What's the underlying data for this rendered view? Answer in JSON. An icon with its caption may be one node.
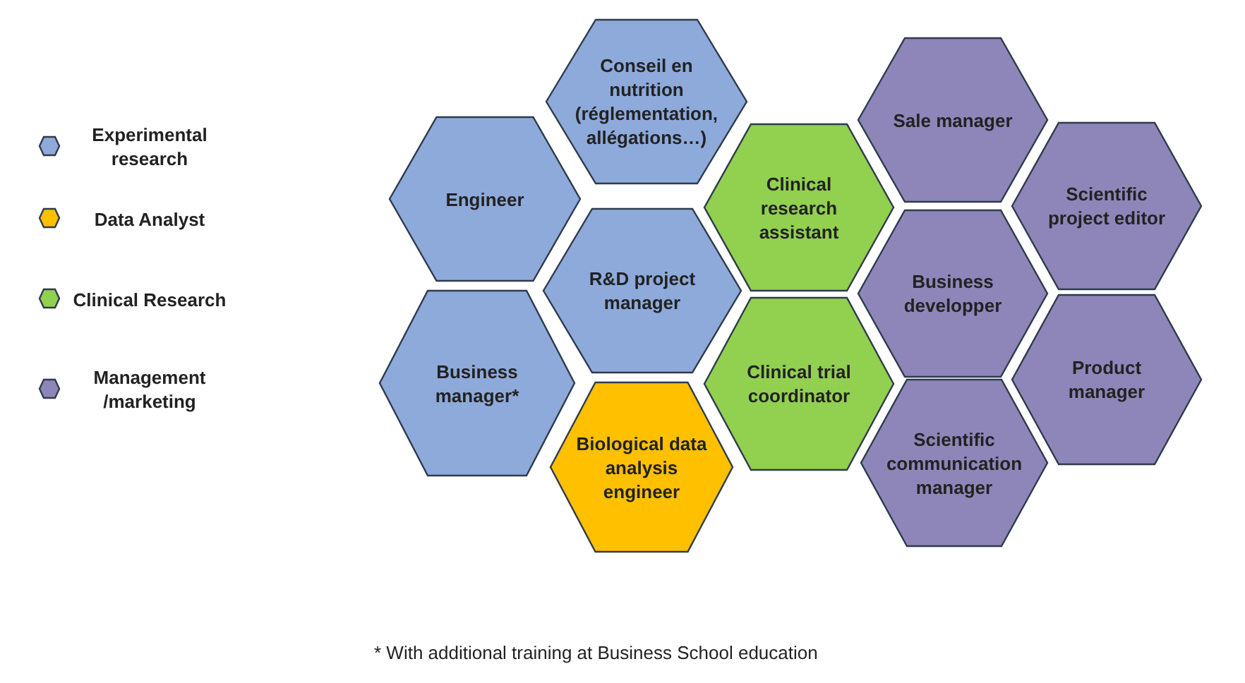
{
  "diagram": {
    "caption": "* With additional training at Business School education",
    "nodes": [
      {
        "text": [
          "Engineer"
        ]
      },
      {
        "text": [
          "Conseil en nutrition (réglementation, allégations…)"
        ]
      },
      {
        "text": [
          "Business manager*"
        ]
      },
      {
        "text": [
          "R&D project manager"
        ]
      },
      {
        "text": [
          "Biological data analysis engineer"
        ]
      },
      {
        "text": [
          "Clinical research assistant"
        ]
      },
      {
        "text": [
          "Clinical trial coordinator"
        ]
      },
      {
        "text": [
          "Sale manager"
        ]
      },
      {
        "text": [
          "Business developper"
        ]
      },
      {
        "text": [
          "Scientific communication manager"
        ]
      },
      {
        "text": [
          "Scientific project editor"
        ]
      },
      {
        "text": [
          "Product manager"
        ]
      }
    ],
    "legend": [
      {
        "text": "Experimental research",
        "color": "#8eaadb"
      },
      {
        "text": "Data Analyst",
        "color": "#ffc000"
      },
      {
        "text": "Clinical Research",
        "color": "#92d050"
      },
      {
        "text": "Management /marketing",
        "color": "#8e86b9"
      }
    ]
  }
}
